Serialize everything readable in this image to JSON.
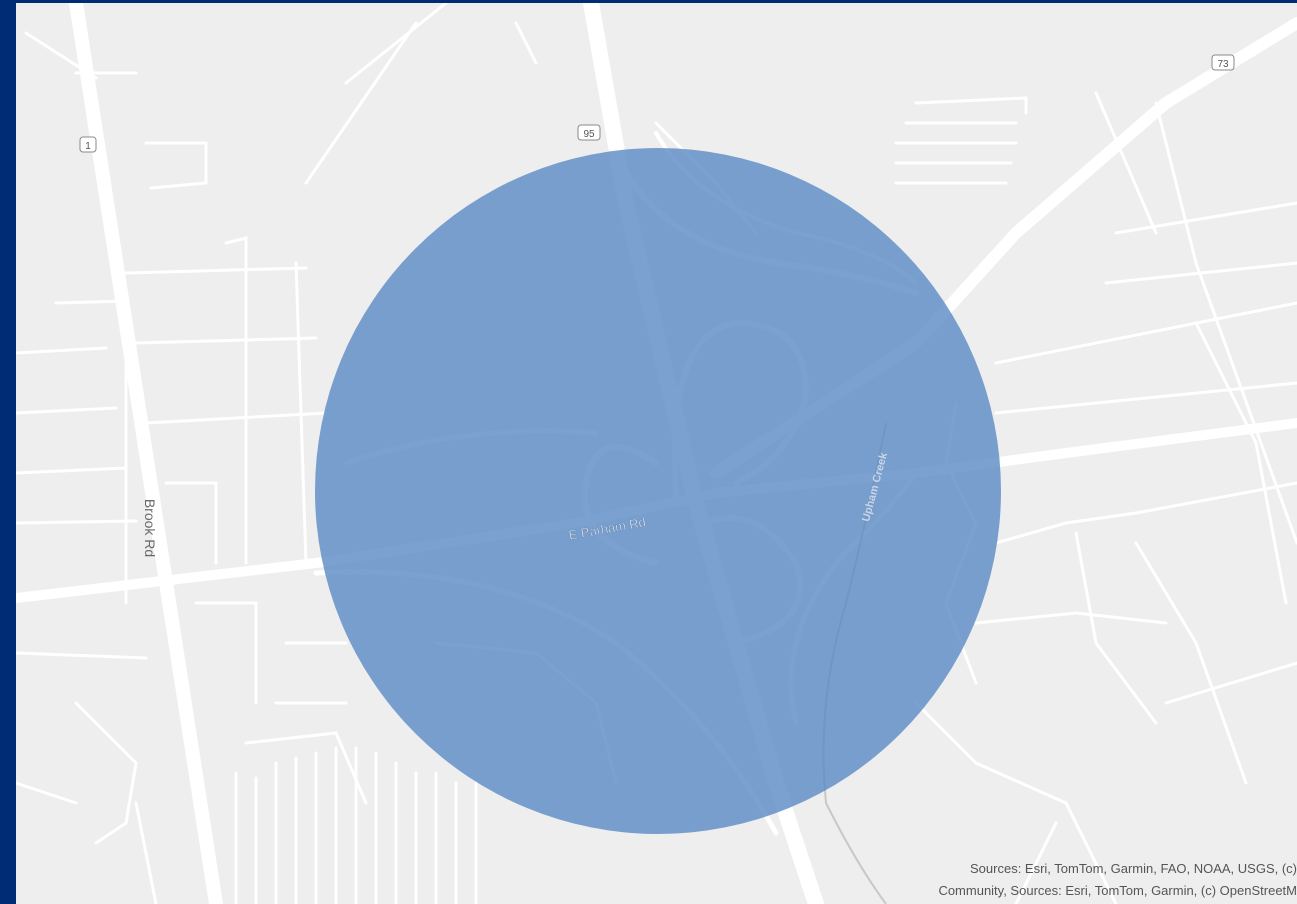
{
  "map": {
    "colors": {
      "background": "#002c75",
      "land": "#eeeeee",
      "road": "#ffffff",
      "buffer_fill": "#5a8ac6",
      "label": "#6a6a6a"
    },
    "shields": {
      "route_1": "1",
      "route_95": "95",
      "route_73": "73"
    },
    "labels": {
      "brook_rd": "Brook Rd",
      "parham_rd": "E Parham Rd",
      "creek": "Upham Creek"
    },
    "buffer_opacity": 0.8,
    "attribution": {
      "line1": "Sources:  Esri, TomTom, Garmin, FAO, NOAA, USGS, (c)",
      "line2": "Community, Sources:  Esri, TomTom, Garmin, (c) OpenStreetM"
    }
  }
}
